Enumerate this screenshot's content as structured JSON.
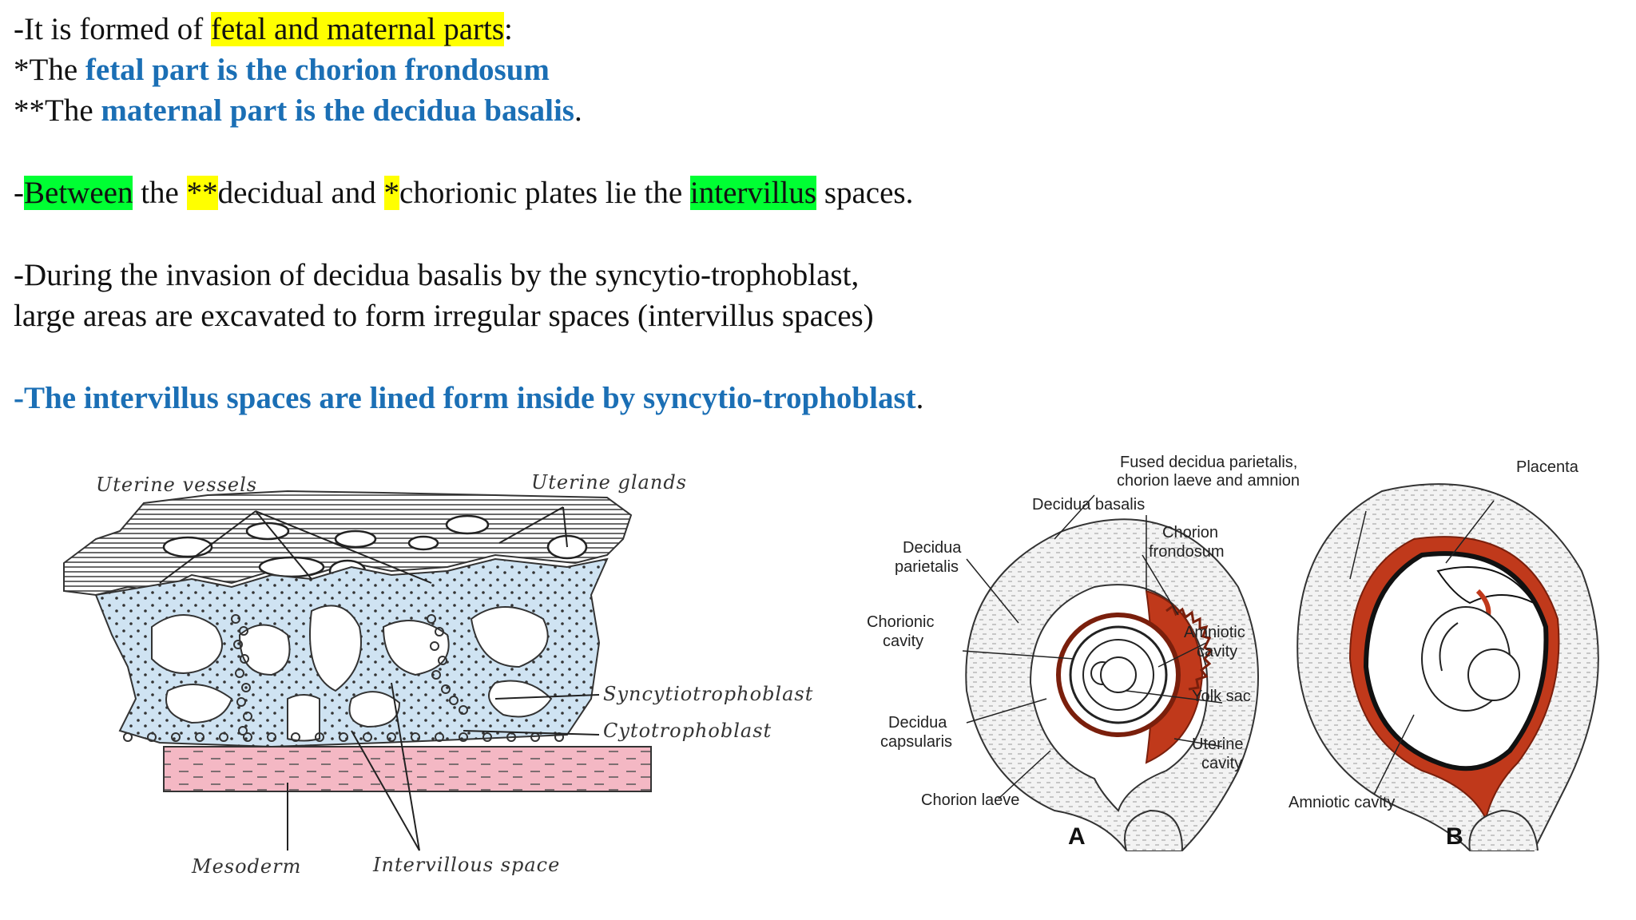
{
  "text": {
    "l1": {
      "a": "-It is formed of ",
      "b": "fetal and maternal parts",
      "c": ":"
    },
    "l2": {
      "a": "*The ",
      "b": "fetal part is the chorion frondosum"
    },
    "l3": {
      "a": "**The ",
      "b": "maternal part is the decidua basalis",
      "c": "."
    },
    "l4": {
      "a": "-",
      "b": "Between",
      "c": " the ",
      "d": "**",
      "e": "decidual and ",
      "f": "*",
      "g": "chorionic plates lie the ",
      "h": "intervillus",
      "i": " spaces."
    },
    "l5": "-During the invasion of decidua basalis by the syncytio-trophoblast,",
    "l6": "large areas are excavated to form irregular spaces (intervillus spaces)",
    "l7": {
      "a": "-The intervillus spaces are lined form inside by syncytio-trophoblast",
      "b": "."
    }
  },
  "figure_left": {
    "uterine_vessels": "Uterine vessels",
    "uterine_glands": "Uterine glands",
    "syncytiotrophoblast": "Syncytiotrophoblast",
    "cytotrophoblast": "Cytotrophoblast",
    "mesoderm": "Mesoderm",
    "intervillous_space": "Intervillous space"
  },
  "figure_right": {
    "fused_1": "Fused decidua parietalis,",
    "fused_2": "chorion laeve and amnion",
    "placenta": "Placenta",
    "decidua_basalis": "Decidua basalis",
    "decidua_parietalis_1": "Decidua",
    "decidua_parietalis_2": "parietalis",
    "chorion_frondosum_1": "Chorion",
    "chorion_frondosum_2": "frondosum",
    "chorionic_cavity_1": "Chorionic",
    "chorionic_cavity_2": "cavity",
    "amniotic_cavity_1": "Amniotic",
    "amniotic_cavity_2": "cavity",
    "yolk_sac": "Yolk sac",
    "decidua_capsularis_1": "Decidua",
    "decidua_capsularis_2": "capsularis",
    "uterine_cavity_1": "Uterine",
    "uterine_cavity_2": "cavity",
    "chorion_laeve": "Chorion laeve",
    "amniotic_cavity_b": "Amniotic cavity",
    "panel_a": "A",
    "panel_b": "B"
  },
  "colors": {
    "highlight_yellow": "#ffff00",
    "highlight_green": "#00ff33",
    "emphasis_blue": "#1b6fb5",
    "decidua_red": "#c0391b",
    "trophoblast_blue": "#cfe3f2",
    "mesoderm_pink": "#f4b8c4"
  }
}
